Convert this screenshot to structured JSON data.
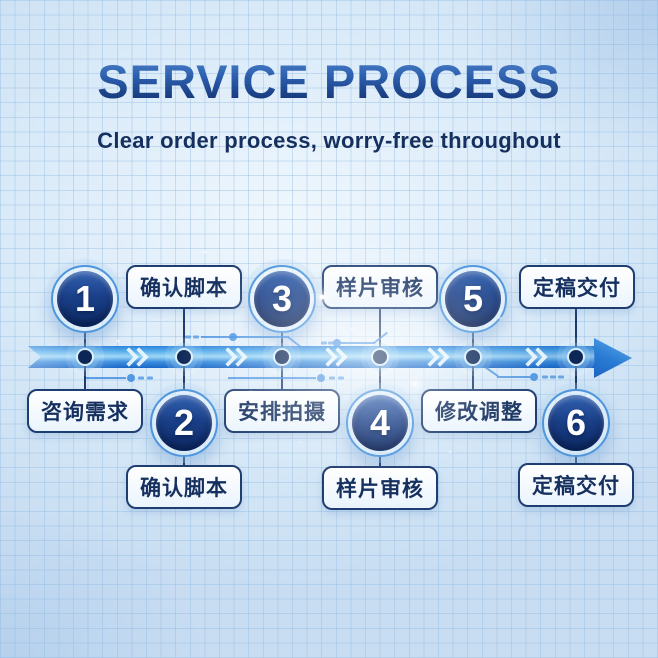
{
  "header": {
    "title": "SERVICE PROCESS",
    "subtitle": "Clear order process, worry-free throughout"
  },
  "steps": [
    {
      "num": "1",
      "label": "咨询需求"
    },
    {
      "num": "2",
      "label": "确认脚本"
    },
    {
      "num": "3",
      "label": "安排拍摄"
    },
    {
      "num": "4",
      "label": "样片审核"
    },
    {
      "num": "5",
      "label": "修改调整"
    },
    {
      "num": "6",
      "label": "定稿交付"
    }
  ],
  "colors": {
    "title_gradient_top": "#4a80ca",
    "title_gradient_bottom": "#12306f",
    "subtitle_text": "#15305f",
    "timeline_blue": "#2f86da",
    "circle_fill_dark": "#0d2b66",
    "label_border": "#1e3d70",
    "background_light_blue": "#ddecf8"
  }
}
